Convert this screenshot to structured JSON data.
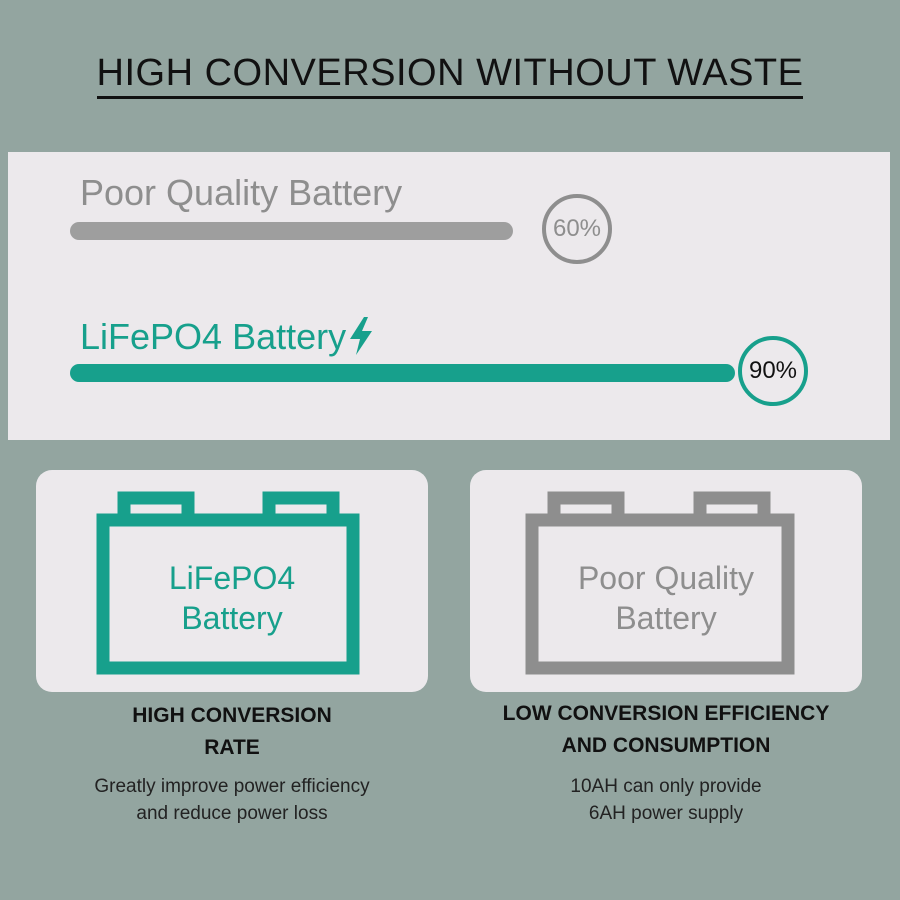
{
  "title": "HIGH CONVERSION WITHOUT WASTE",
  "colors": {
    "accent": "#17a08c",
    "poor": "#8e8e8e",
    "panel": "#ece9ec",
    "background": "#93a5a0"
  },
  "comparison": {
    "poor": {
      "label": "Poor Quality Battery",
      "percent_text": "60%",
      "level_fraction": 0.6
    },
    "good": {
      "label": "LiFePO4 Battery",
      "percent_text": "90%",
      "level_fraction": 0.9,
      "icon": "lightning-bolt-icon"
    }
  },
  "cards": {
    "left": {
      "battery_line1": "LiFePO4",
      "battery_line2": "Battery",
      "heading_line1": "HIGH CONVERSION",
      "heading_line2": "RATE",
      "desc_line1": "Greatly improve power efficiency",
      "desc_line2": "and reduce power loss",
      "icon": "battery-icon"
    },
    "right": {
      "battery_line1": "Poor Quality",
      "battery_line2": "Battery",
      "heading_line1": "LOW CONVERSION EFFICIENCY",
      "heading_line2": "AND CONSUMPTION",
      "desc_line1": "10AH can only provide",
      "desc_line2": "6AH power supply",
      "icon": "battery-icon"
    }
  }
}
